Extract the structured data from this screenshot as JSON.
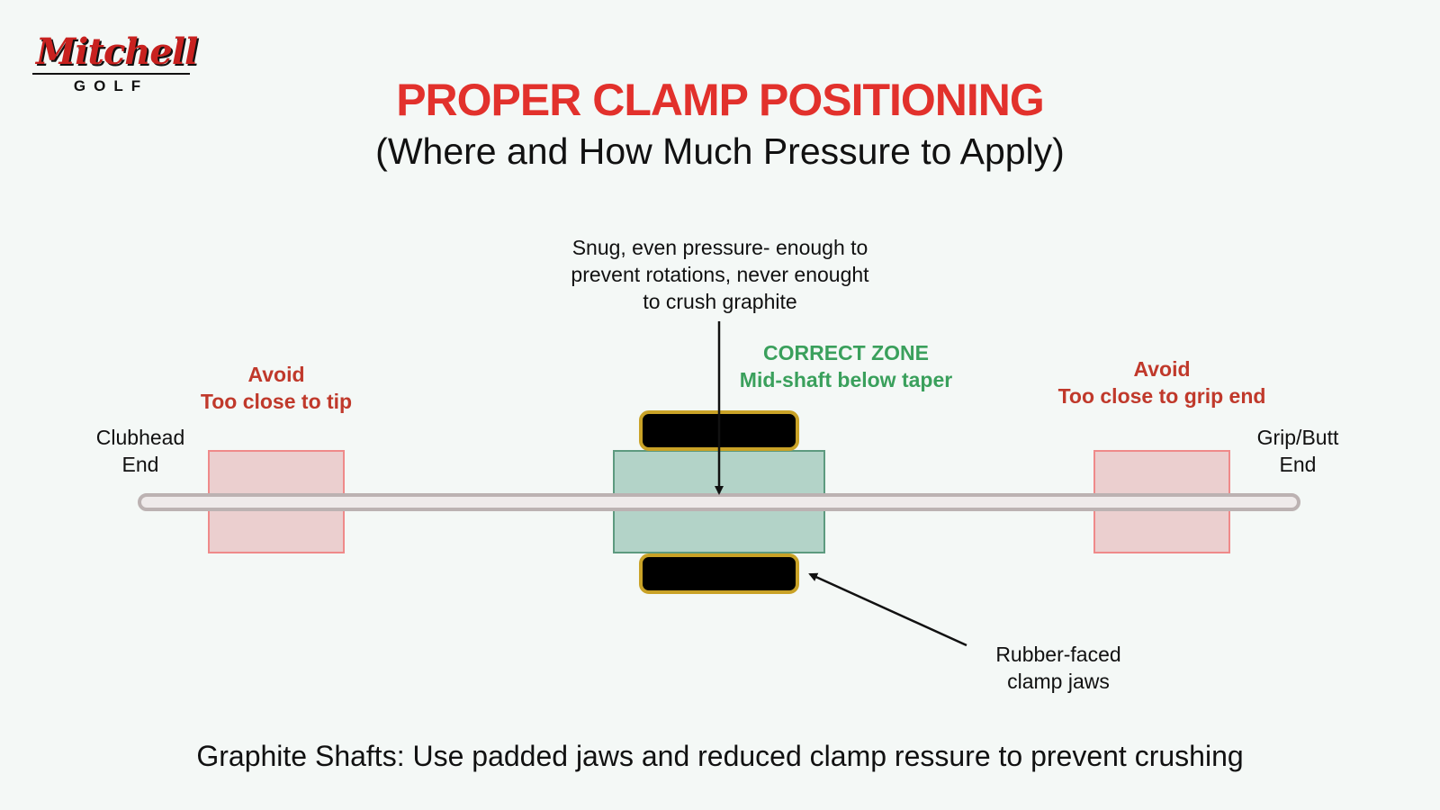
{
  "logo": {
    "brand": "Mitchell",
    "sub": "GOLF"
  },
  "title": "PROPER CLAMP POSITIONING",
  "subtitle": "(Where and How Much Pressure to Apply)",
  "pressure_note": {
    "line1": "Snug, even pressure- enough to",
    "line2": "prevent rotations, never enought",
    "line3": "to crush graphite"
  },
  "correct_zone": {
    "line1": "CORRECT ZONE",
    "line2": "Mid-shaft below taper"
  },
  "avoid_tip": {
    "line1": "Avoid",
    "line2": "Too close to tip"
  },
  "avoid_grip": {
    "line1": "Avoid",
    "line2": "Too close to grip end"
  },
  "clubhead_end": {
    "line1": "Clubhead",
    "line2": "End"
  },
  "grip_end": {
    "line1": "Grip/Butt",
    "line2": "End"
  },
  "jaws_label": {
    "line1": "Rubber-faced",
    "line2": "clamp jaws"
  },
  "footer": "Graphite Shafts: Use padded jaws and reduced clamp ressure to prevent crushing",
  "colors": {
    "title": "#e2312c",
    "warning": "#c0392b",
    "correct": "#3aa05c",
    "correct_fill": "#b3d3c8",
    "avoid_fill": "#ebcfcf",
    "jaw_border": "#c9a227",
    "shaft": "#bcb2b2"
  }
}
